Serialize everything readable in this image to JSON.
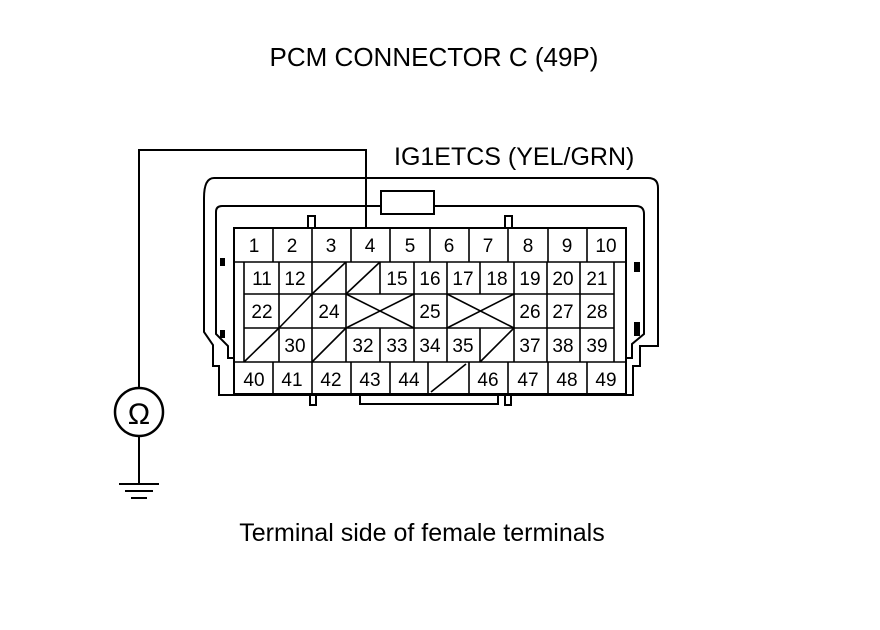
{
  "title": "PCM CONNECTOR C (49P)",
  "wire_label": "IG1ETCS (YEL/GRN)",
  "caption": "Terminal side of female terminals",
  "meter_symbol": "Ω",
  "probe_terminal": "4",
  "pins": {
    "row1": [
      "1",
      "2",
      "3",
      "4",
      "5",
      "6",
      "7",
      "8",
      "9",
      "10"
    ],
    "row2": [
      "11",
      "12",
      "15",
      "16",
      "17",
      "18",
      "19",
      "20",
      "21"
    ],
    "row3": [
      "22",
      "24",
      "25",
      "26",
      "27",
      "28"
    ],
    "row4": [
      "30",
      "32",
      "33",
      "34",
      "35",
      "37",
      "38",
      "39"
    ],
    "row5": [
      "40",
      "41",
      "42",
      "43",
      "44",
      "46",
      "47",
      "48",
      "49"
    ]
  }
}
